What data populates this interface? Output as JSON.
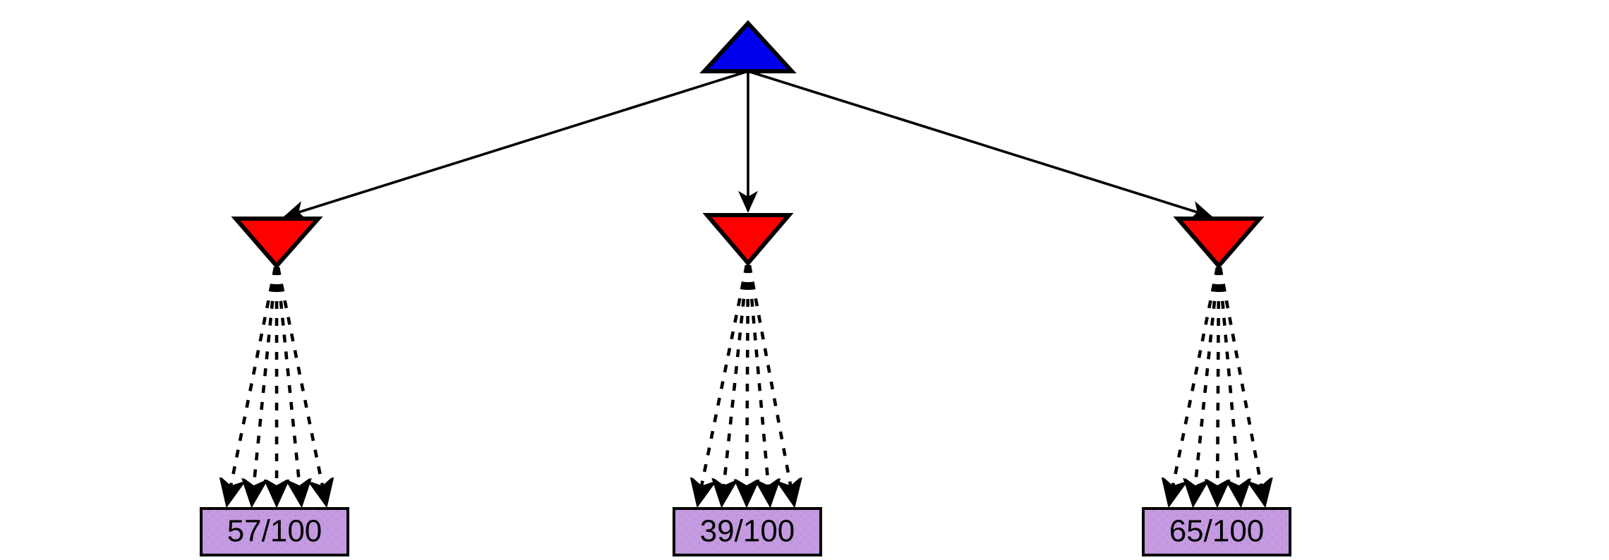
{
  "diagram": {
    "type": "tree-flow-diagram",
    "background_color": "#ffffff",
    "colors": {
      "root_node_fill": "#0000ee",
      "branch_node_fill": "#ff0000",
      "leaf_box_fill": "#c49ae0",
      "stroke": "#000000",
      "leaf_text": "#000000"
    },
    "root": {
      "id": "root-triangle",
      "shape": "triangle-up",
      "fill": "#0000ee",
      "label": ""
    },
    "branches": [
      {
        "id": "branch-left",
        "shape": "triangle-down",
        "fill": "#ff0000",
        "label": "",
        "leaf_edge_count": 5
      },
      {
        "id": "branch-middle",
        "shape": "triangle-down",
        "fill": "#ff0000",
        "label": "",
        "leaf_edge_count": 5
      },
      {
        "id": "branch-right",
        "shape": "triangle-down",
        "fill": "#ff0000",
        "label": "",
        "leaf_edge_count": 5
      }
    ],
    "leaves": [
      {
        "id": "leaf-left",
        "shape": "rectangle",
        "fill": "#c49ae0",
        "score": "57/100",
        "score_value": 57,
        "score_total": 100
      },
      {
        "id": "leaf-middle",
        "shape": "rectangle",
        "fill": "#c49ae0",
        "score": "39/100",
        "score_value": 39,
        "score_total": 100
      },
      {
        "id": "leaf-right",
        "shape": "rectangle",
        "fill": "#c49ae0",
        "score": "65/100",
        "score_value": 65,
        "score_total": 100
      }
    ],
    "edges": {
      "root_to_branch_style": "solid-arrow",
      "branch_to_leaf_style": "dashed-arrow"
    }
  }
}
